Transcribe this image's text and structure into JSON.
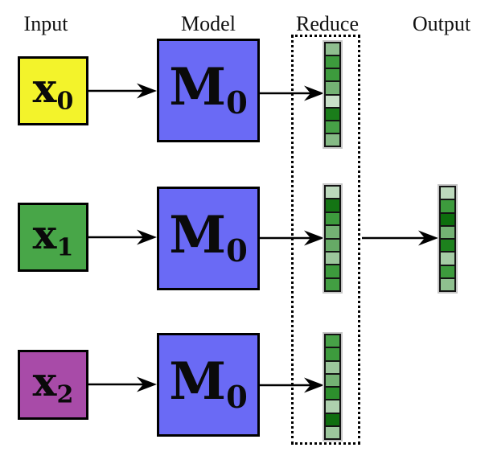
{
  "headers": {
    "input": "Input",
    "model": "Model",
    "reduce": "Reduce",
    "output": "Output"
  },
  "rows": [
    {
      "input_label": {
        "base": "x",
        "sub": "0"
      },
      "input_color": "#f3f32b",
      "model_label": {
        "base": "M",
        "sub": "0"
      },
      "model_color": "#6a6af5",
      "reduce_vector": [
        "#8fbe8f",
        "#3d9b3d",
        "#3d9b3d",
        "#74b274",
        "#c8e0c8",
        "#1a7d1a",
        "#47a147",
        "#85ba85"
      ]
    },
    {
      "input_label": {
        "base": "x",
        "sub": "1"
      },
      "input_color": "#48a648",
      "model_label": {
        "base": "M",
        "sub": "0"
      },
      "model_color": "#6a6af5",
      "reduce_vector": [
        "#bcd9bc",
        "#147414",
        "#3d9b3d",
        "#74b274",
        "#66aa66",
        "#9cc69c",
        "#3d9b3d",
        "#429e42"
      ]
    },
    {
      "input_label": {
        "base": "x",
        "sub": "2"
      },
      "input_color": "#a84ba8",
      "model_label": {
        "base": "M",
        "sub": "0"
      },
      "model_color": "#6a6af5",
      "reduce_vector": [
        "#47a147",
        "#3d9b3d",
        "#9cc69c",
        "#74b274",
        "#2d8f2d",
        "#aed0ae",
        "#0f6e0f",
        "#9cc69c"
      ]
    }
  ],
  "output_vector": [
    "#bcd9bc",
    "#3d9b3d",
    "#0d6e0d",
    "#74b274",
    "#1d811d",
    "#a5cca5",
    "#3d9b3d",
    "#8fc08f"
  ]
}
